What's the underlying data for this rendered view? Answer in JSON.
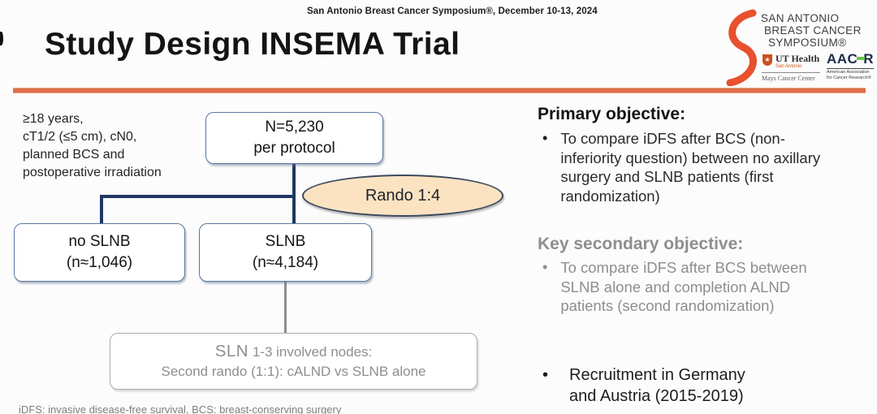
{
  "slide": {
    "conference_line": "San Antonio Breast Cancer Symposium®, December 10-13, 2024",
    "title": "Study Design INSEMA Trial"
  },
  "logo": {
    "line1": "SAN ANTONIO",
    "line2": "BREAST CANCER",
    "line3": "SYMPOSIUM®",
    "ut_health_name": "UT Health",
    "ut_health_sub": "San Antonio",
    "ut_health_center": "Mays Cancer Center",
    "aacr_name_left": "AAC",
    "aacr_name_right": "R",
    "aacr_sub1": "American Association",
    "aacr_sub2": "for Cancer Research®",
    "star": "★"
  },
  "flowchart": {
    "eligibility": "≥18 years,\ncT1/2 (≤5 cm), cN0,\nplanned BCS and\npostoperative irradiation",
    "protocol_box": {
      "line1": "N=5,230",
      "line2": "per protocol"
    },
    "rando_label": "Rando 1:4",
    "no_slnb_box": {
      "line1": "no SLNB",
      "line2": "(n≈1,046)"
    },
    "slnb_box": {
      "line1": "SLNB",
      "line2": "(n≈4,184)"
    },
    "second_rando_box": {
      "line1_lead": "SLN",
      "line1_rest": " 1-3 involved nodes:",
      "line2": "Second rando (1:1): cALND vs SLNB alone"
    },
    "footnote": "iDFS: invasive disease-free survival, BCS: breast-conserving surgery"
  },
  "objectives": {
    "bullet_char": "•",
    "primary_heading": "Primary objective:",
    "primary_text": "To compare iDFS after BCS (non-\ninferiority question) between no axillary\nsurgery and SLNB patients (first\nrandomization)",
    "secondary_heading": "Key secondary objective:",
    "secondary_text": "To compare iDFS after BCS between\nSLNB alone and completion ALND\npatients (second randomization)",
    "recruitment_text": "Recruitment in Germany\nand Austria (2015-2019)"
  },
  "colors": {
    "divider_orange": "#DE6F4C",
    "connector_navy": "#1E3765",
    "box_border_blue": "#5878A3",
    "ellipse_fill": "#FBE3C2",
    "ellipse_border": "#3C4A5E",
    "gray_text": "#8E8E8E",
    "logo_orange": "#E8502E",
    "aacr_green": "#6CC24A"
  }
}
